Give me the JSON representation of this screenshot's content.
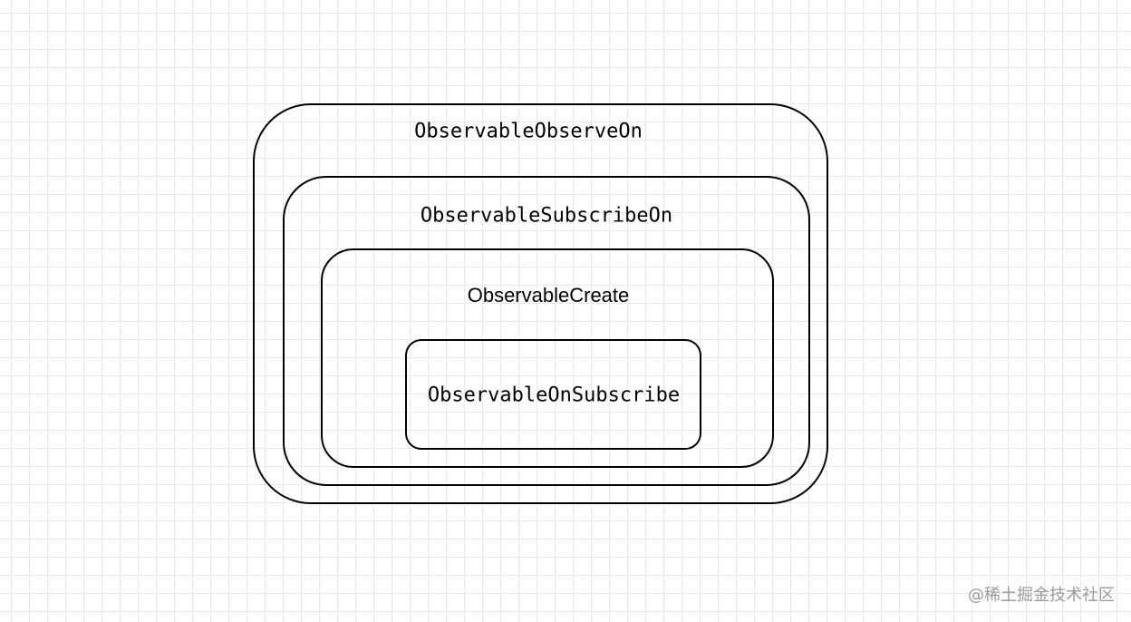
{
  "diagram": {
    "boxes": [
      {
        "id": "observe-on",
        "label": "ObservableObserveOn"
      },
      {
        "id": "subscribe-on",
        "label": "ObservableSubscribeOn"
      },
      {
        "id": "create",
        "label": "ObservableCreate"
      },
      {
        "id": "on-subscribe",
        "label": "ObservableOnSubscribe"
      }
    ]
  },
  "watermark": "@稀土掘金技术社区"
}
